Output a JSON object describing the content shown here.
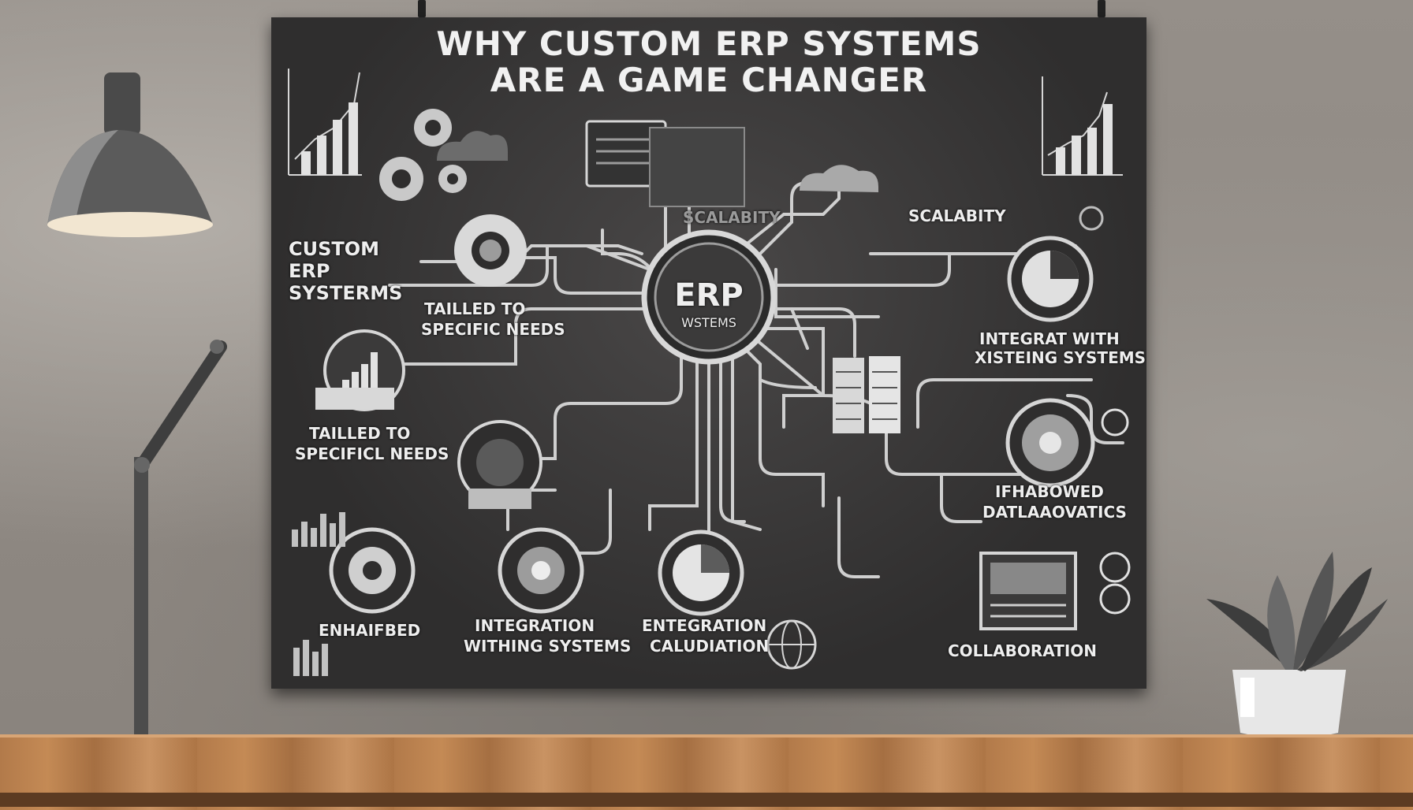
{
  "poster": {
    "title_line1": "WHY CUSTOM ERP SYSTEMS",
    "title_line2": "ARE A GAME CHANGER",
    "hub_line1": "ERP",
    "hub_line2": "WSTEMS",
    "labels": {
      "custom_line1": "CUSTOM",
      "custom_line2": "ERP",
      "custom_line3": "SYSTERMS",
      "tailled_top_1": "TAILLED TO",
      "tailled_top_2": "SPECIFIC NEEDS",
      "tailled_left_1": "TAILLED TO",
      "tailled_left_2": "SPECIFICL NEEDS",
      "scalability_faded": "SCALABITY",
      "scalability": "SCALABITY",
      "integrat_1": "INTEGRAT WITH",
      "integrat_2": "XISTEING SYSTEMS",
      "enhanced_1": "IFHABOWED",
      "enhanced_2": "DATLAAOVATICS",
      "enhaifbed": "ENHAIFBED",
      "integration_1": "INTEGRATION",
      "integration_2": "WITHING SYSTEMS",
      "entegration_1": "ENTEGRATION",
      "entegration_2": "CALUDIATION",
      "collaboration": "COLLABORATION"
    }
  },
  "colors": {
    "board": "#333333",
    "chalk": "#eeeeee",
    "wall": "#8d8883",
    "table": "#c48a55"
  }
}
